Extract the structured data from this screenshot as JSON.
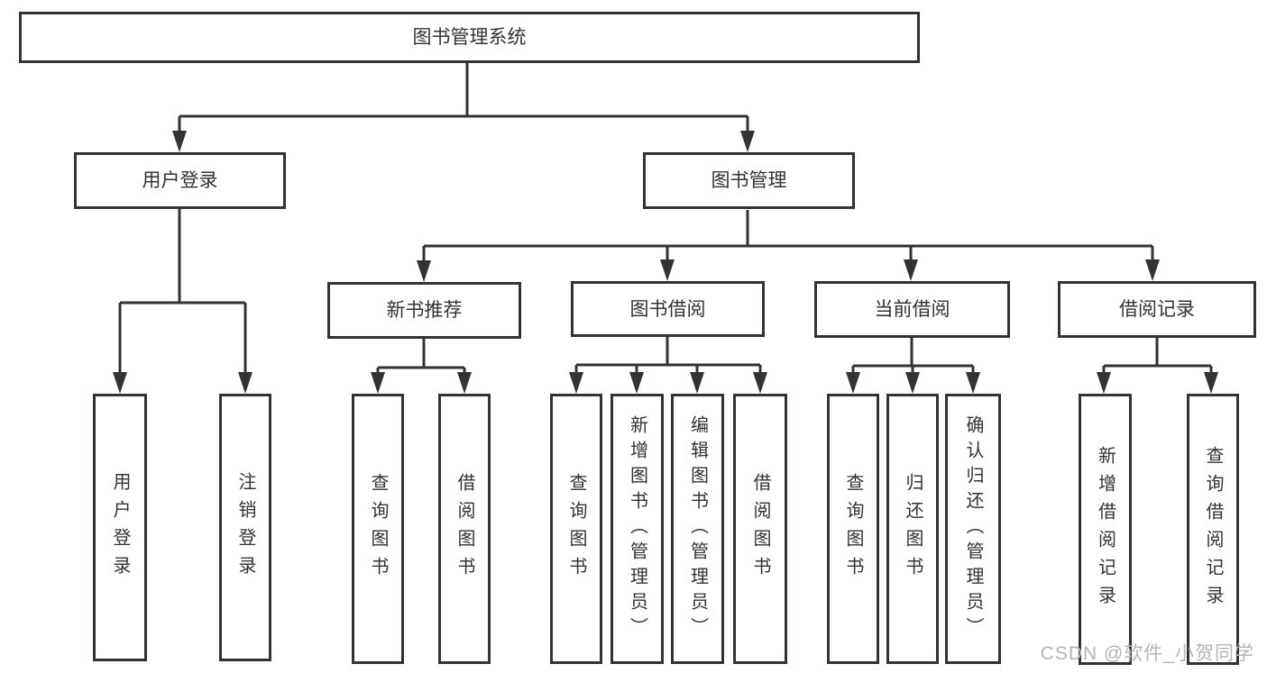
{
  "diagram": {
    "title": "图书管理系统",
    "root": {
      "label": "图书管理系统"
    },
    "level2": [
      {
        "label": "用户登录"
      },
      {
        "label": "图书管理"
      }
    ],
    "level3": [
      {
        "label": "新书推荐"
      },
      {
        "label": "图书借阅"
      },
      {
        "label": "当前借阅"
      },
      {
        "label": "借阅记录"
      }
    ],
    "leaves": {
      "user_login": [
        "用户登录",
        "注销登录"
      ],
      "new_book": [
        "查询图书",
        "借阅图书"
      ],
      "book_borrow": [
        "查询图书",
        "新增图书（管理员）",
        "编辑图书（管理员）",
        "借阅图书"
      ],
      "current_borrow": [
        "查询图书",
        "归还图书",
        "确认归还（管理员）"
      ],
      "borrow_records": [
        "新增借阅记录",
        "查询借阅记录"
      ]
    }
  },
  "watermark": {
    "text": "CSDN @软件_小贺同学"
  },
  "colors": {
    "line": "#333333",
    "box_border": "#333333",
    "text": "#333333",
    "watermark": "#b5b5b5",
    "background": "#ffffff"
  }
}
